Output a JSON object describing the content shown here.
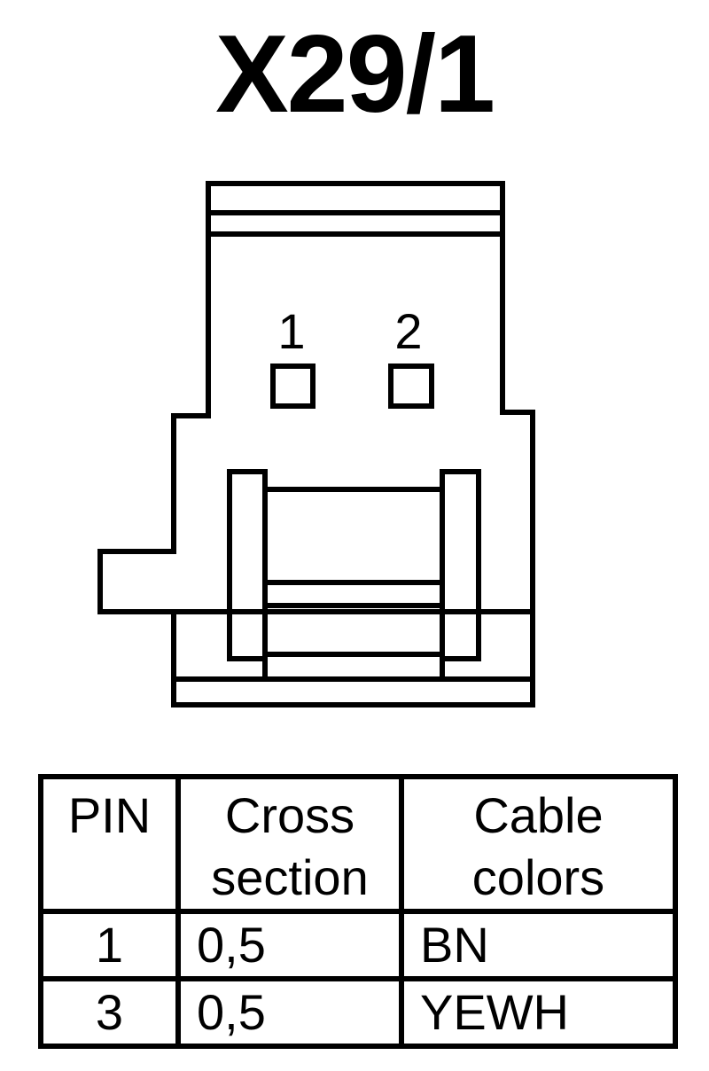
{
  "title": "X29/1",
  "connector": {
    "pin_labels": [
      "1",
      "2"
    ]
  },
  "table": {
    "headers": {
      "pin": [
        "PIN"
      ],
      "cross_section": [
        "Cross",
        "section"
      ],
      "cable_colors": [
        "Cable",
        "colors"
      ]
    },
    "rows": [
      {
        "pin": "1",
        "cross_section": "0,5",
        "cable_color": "BN"
      },
      {
        "pin": "3",
        "cross_section": "0,5",
        "cable_color": "YEWH"
      }
    ]
  },
  "colors": {
    "line": "#000000",
    "background": "#ffffff"
  }
}
